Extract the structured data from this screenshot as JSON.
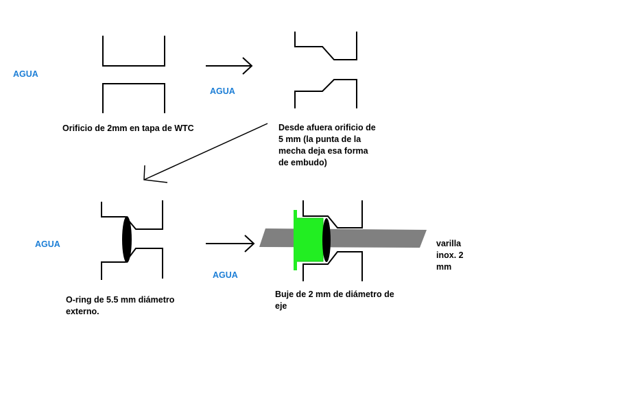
{
  "water_label": "AGUA",
  "labels": {
    "step1": "Orificio de 2mm en tapa de WTC",
    "step2": "Desde afuera orificio de\n5 mm (la punta de la\nmecha deja esa forma\nde embudo)",
    "step3": "O-ring de 5.5 mm diámetro\nexterno.",
    "step4": "Buje de 2 mm de diámetro de\neje",
    "rod": "varilla\ninox. 2\nmm"
  },
  "colors": {
    "line": "#000000",
    "water": "#1c7ed6",
    "bushing": "#22ee22",
    "rod": "#808080",
    "oring": "#000000"
  }
}
